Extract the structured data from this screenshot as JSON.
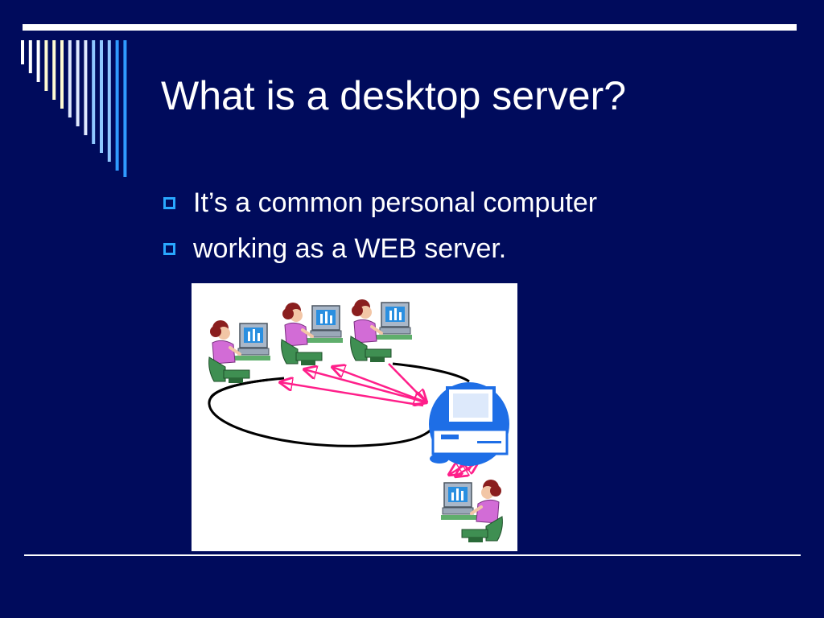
{
  "slide": {
    "title": "What is a desktop server?",
    "bullets": [
      "It’s a common personal computer",
      "working as a WEB server."
    ]
  },
  "theme": {
    "background": "#000b5c",
    "rule_color": "#ffffff",
    "bullet_color": "#29a8ff",
    "text_color": "#ffffff",
    "stripe_colors": [
      "#ffffff",
      "#fffbd2",
      "#dfe9ff",
      "#8fc7ff",
      "#2f9bff"
    ]
  },
  "diagram": {
    "arrow_color": "#ff1f8a",
    "server_color": "#1e6ee6",
    "person_shirt_color": "#d26cd6",
    "person_hair_color": "#8a1e1e",
    "monitor_color": "#a9b7c8",
    "chair_color": "#3f8f52"
  }
}
